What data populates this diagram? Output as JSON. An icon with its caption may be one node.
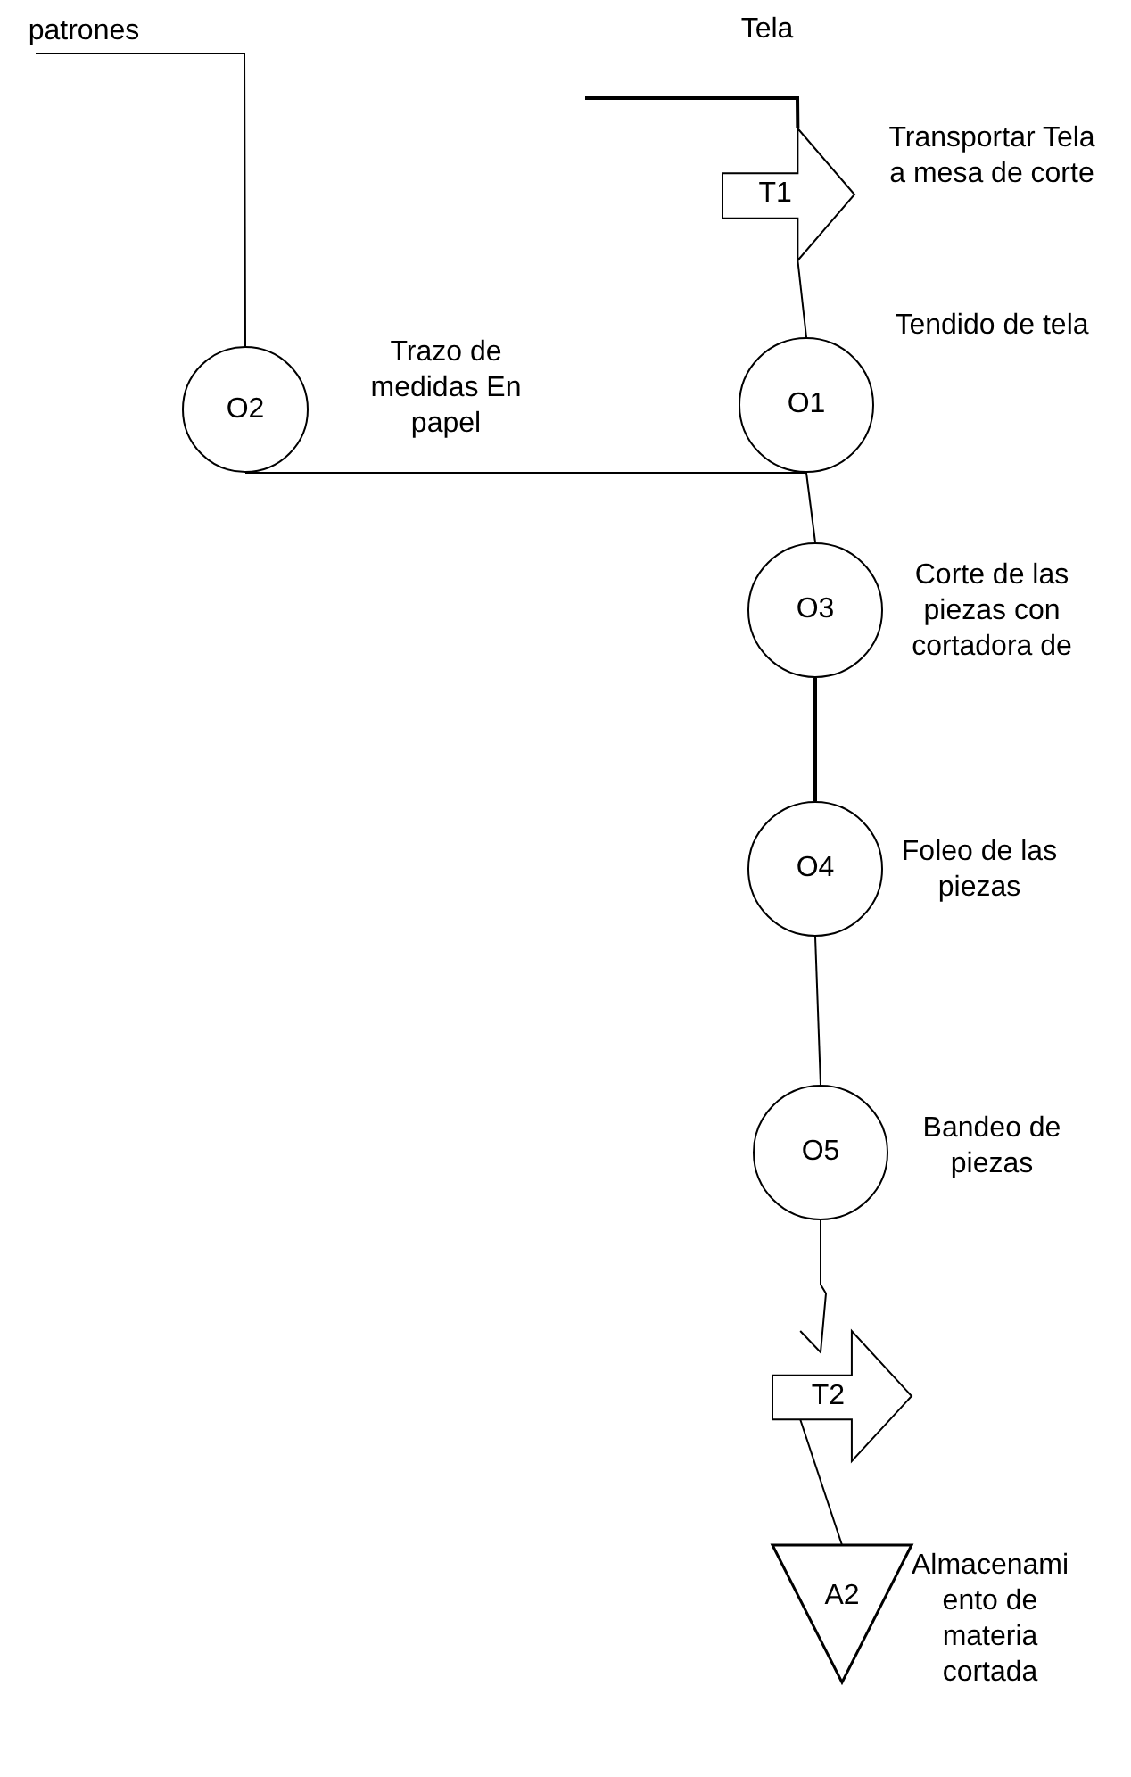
{
  "diagram": {
    "nodes": [
      {
        "text": [
          "patrones"
        ]
      },
      {
        "text": [
          "T1"
        ],
        "beside": [
          "Transportar Tela a mesa de corte"
        ]
      },
      {
        "text": [
          "O2"
        ],
        "beside": [
          "Trazo de medidas En papel"
        ]
      },
      {
        "text": [
          "O1"
        ],
        "beside": [
          "Tendido de tela"
        ]
      },
      {
        "text": [
          "O3"
        ],
        "beside": [
          "Corte de las piezas con cortadora de"
        ]
      },
      {
        "text": [
          "O4"
        ],
        "beside": [
          "Foleo de las piezas"
        ]
      },
      {
        "text": [
          "O5"
        ],
        "beside": [
          "Bandeo de piezas"
        ]
      },
      {
        "text": [
          "T2"
        ]
      },
      {
        "text": [
          "A2"
        ],
        "beside": [
          "Almacenami ento de materia cortada"
        ]
      }
    ],
    "edges": [
      {
        "from": 0,
        "to": 2,
        "arrow": "none"
      },
      {
        "from": null,
        "to": 1,
        "arrow": "none"
      },
      {
        "from": 1,
        "to": 3,
        "arrow": "none"
      },
      {
        "from": 2,
        "to": 3,
        "arrow": "none"
      },
      {
        "from": 3,
        "to": 4,
        "arrow": "none"
      },
      {
        "from": 4,
        "to": 5,
        "arrow": "none"
      },
      {
        "from": 5,
        "to": 6,
        "arrow": "none"
      },
      {
        "from": 6,
        "to": 7,
        "arrow": "none"
      },
      {
        "from": 7,
        "to": 8,
        "arrow": "none"
      }
    ],
    "labels": [
      "Tela"
    ]
  }
}
